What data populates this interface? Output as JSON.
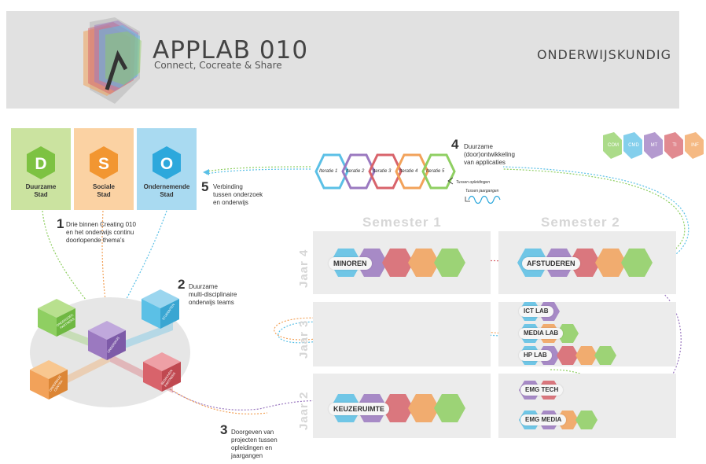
{
  "header": {
    "title": "APPLAB 010",
    "subtitle": "Connect, Cocreate & Share",
    "department": "ONDERWIJSKUNDIG"
  },
  "themes": [
    {
      "letter": "D",
      "label1": "Duurzame",
      "label2": "Stad",
      "bg": "#cbe3a0",
      "hex": "#7dc242"
    },
    {
      "letter": "S",
      "label1": "Sociale",
      "label2": "Stad",
      "bg": "#fbd2a3",
      "hex": "#f29631"
    },
    {
      "letter": "O",
      "label1": "Ondernemende",
      "label2": "Stad",
      "bg": "#a9daf1",
      "hex": "#2da8dc"
    }
  ],
  "steps": {
    "s1": {
      "num": "1",
      "lines": [
        "Drie binnen Creating 010",
        "en het onderwijs continu",
        "doorlopende thema's"
      ]
    },
    "s2": {
      "num": "2",
      "lines": [
        "Duurzame",
        "multi-disciplinaire",
        "onderwijs teams"
      ]
    },
    "s3": {
      "num": "3",
      "lines": [
        "Doorgeven van",
        "projecten tussen",
        "opleidingen en",
        "jaargangen"
      ]
    },
    "s4": {
      "num": "4",
      "lines": [
        "Duurzame",
        "(door)ontwikkeling",
        "van applicaties"
      ]
    },
    "s5": {
      "num": "5",
      "lines": [
        "Verbinding",
        "tussen onderzoek",
        "en onderwijs"
      ]
    }
  },
  "iterations": [
    "Iteratie 1",
    "Iteratie 2",
    "Iteratie 3",
    "Iteratie 4",
    "Iteratie 5"
  ],
  "legend": {
    "tussen_opleidingen": "Tussen opleidingen",
    "tussen_jaargangen": "Tussen jaargangen"
  },
  "programs": [
    "COM",
    "CMD",
    "MT",
    "TI",
    "INF"
  ],
  "semesters": [
    "Semester 1",
    "Semester 2"
  ],
  "years": [
    "Jaar 4",
    "Jaar 3",
    "Jaar 2"
  ],
  "pills": {
    "minoren": "MINOREN",
    "afstuderen": "AFSTUDEREN",
    "ict_lab": "ICT LAB",
    "media_lab": "MEDIA LAB",
    "hp_lab": "HP LAB",
    "emg_tech": "EMG TECH",
    "keuzeruimte": "KEUZERUIMTE",
    "emg_media": "EMG MEDIA"
  },
  "cubes": [
    "ONDERZOEK PARTNERS",
    "STUDENTEN",
    "ONDERWIJS",
    "BEDRIJVEN PARTNERS",
    "ONDERWIJS CENTRA"
  ],
  "colors": {
    "blue": "#5bc0e6",
    "purple": "#9b79c0",
    "red": "#d8636b",
    "orange": "#f2a25a",
    "green": "#8fcf62"
  }
}
